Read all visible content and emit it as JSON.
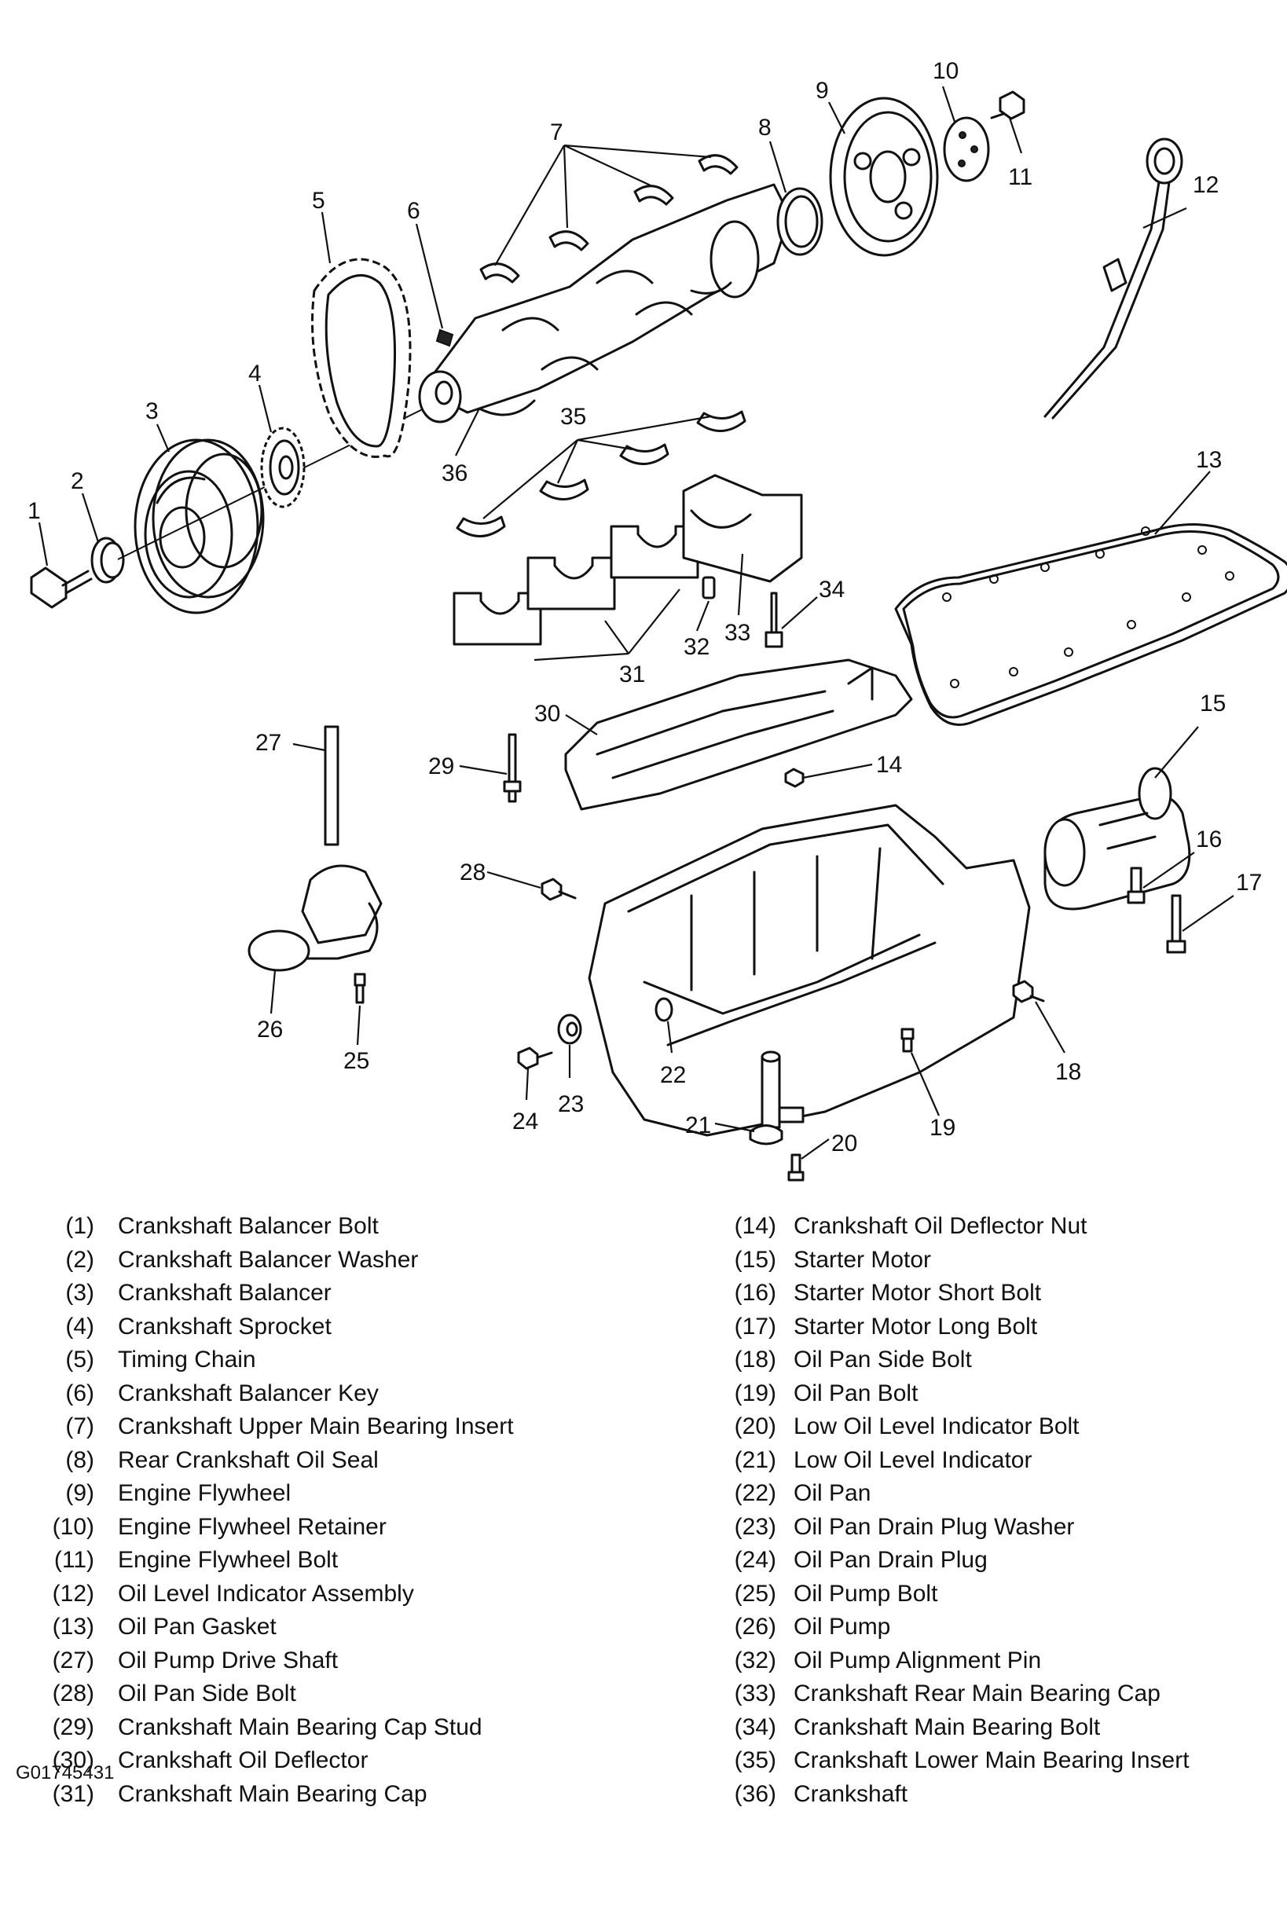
{
  "callouts": [
    "1",
    "2",
    "3",
    "4",
    "5",
    "6",
    "7",
    "8",
    "9",
    "10",
    "11",
    "12",
    "13",
    "14",
    "15",
    "16",
    "17",
    "18",
    "19",
    "20",
    "21",
    "22",
    "23",
    "24",
    "25",
    "26",
    "27",
    "28",
    "29",
    "30",
    "31",
    "32",
    "33",
    "34",
    "35",
    "36"
  ],
  "legend": {
    "left": [
      {
        "num": "(1)",
        "label": "Crankshaft Balancer Bolt"
      },
      {
        "num": "(2)",
        "label": "Crankshaft Balancer Washer"
      },
      {
        "num": "(3)",
        "label": "Crankshaft Balancer"
      },
      {
        "num": "(4)",
        "label": "Crankshaft Sprocket"
      },
      {
        "num": "(5)",
        "label": "Timing Chain"
      },
      {
        "num": "(6)",
        "label": "Crankshaft Balancer Key"
      },
      {
        "num": "(7)",
        "label": "Crankshaft Upper Main Bearing Insert"
      },
      {
        "num": "(8)",
        "label": "Rear Crankshaft Oil Seal"
      },
      {
        "num": "(9)",
        "label": "Engine Flywheel"
      },
      {
        "num": "(10)",
        "label": "Engine Flywheel Retainer"
      },
      {
        "num": "(11)",
        "label": "Engine Flywheel Bolt"
      },
      {
        "num": "(12)",
        "label": "Oil Level Indicator Assembly"
      },
      {
        "num": "(13)",
        "label": "Oil Pan Gasket"
      },
      {
        "num": "(27)",
        "label": "Oil Pump Drive Shaft"
      },
      {
        "num": "(28)",
        "label": "Oil Pan Side Bolt"
      },
      {
        "num": "(29)",
        "label": "Crankshaft Main Bearing Cap Stud"
      },
      {
        "num": "(30)",
        "label": "Crankshaft Oil Deflector"
      },
      {
        "num": "(31)",
        "label": "Crankshaft Main Bearing Cap"
      }
    ],
    "right": [
      {
        "num": "(14)",
        "label": "Crankshaft Oil Deflector Nut"
      },
      {
        "num": "(15)",
        "label": "Starter Motor"
      },
      {
        "num": "(16)",
        "label": "Starter Motor Short Bolt"
      },
      {
        "num": "(17)",
        "label": "Starter Motor Long Bolt"
      },
      {
        "num": "(18)",
        "label": "Oil Pan Side Bolt"
      },
      {
        "num": "(19)",
        "label": "Oil Pan Bolt"
      },
      {
        "num": "(20)",
        "label": "Low Oil Level Indicator Bolt"
      },
      {
        "num": "(21)",
        "label": "Low Oil Level Indicator"
      },
      {
        "num": "(22)",
        "label": "Oil Pan"
      },
      {
        "num": "(23)",
        "label": "Oil Pan Drain Plug Washer"
      },
      {
        "num": "(24)",
        "label": "Oil Pan Drain Plug"
      },
      {
        "num": "(25)",
        "label": "Oil Pump Bolt"
      },
      {
        "num": "(26)",
        "label": "Oil Pump"
      },
      {
        "num": "(32)",
        "label": "Oil Pump Alignment Pin"
      },
      {
        "num": "(33)",
        "label": "Crankshaft Rear Main Bearing Cap"
      },
      {
        "num": "(34)",
        "label": "Crankshaft Main Bearing Bolt"
      },
      {
        "num": "(35)",
        "label": "Crankshaft Lower Main Bearing Insert"
      },
      {
        "num": "(36)",
        "label": "Crankshaft"
      }
    ]
  },
  "figure_id": "G01745431"
}
